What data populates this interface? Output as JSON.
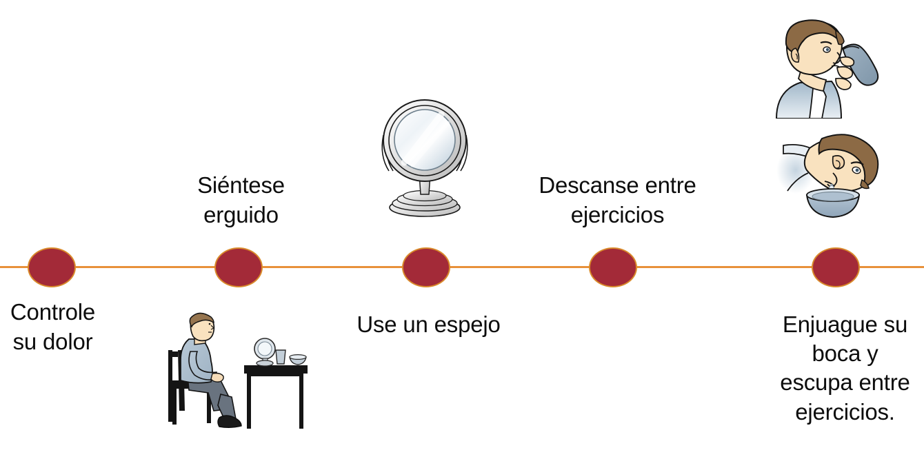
{
  "slide": {
    "background_color": "#FFFFFF",
    "timeline": {
      "line_color": "#E8913A",
      "node_fill_color": "#A32A38",
      "node_border_color": "#D98A2B",
      "node_count": 5
    },
    "steps": [
      {
        "index": 1,
        "label": "Controle\nsu dolor",
        "label_position": "below",
        "illustration": null
      },
      {
        "index": 2,
        "label": "Siéntese\nerguido",
        "label_position": "above",
        "illustration": "seated-man-at-table-illustration"
      },
      {
        "index": 3,
        "label": "Use un espejo",
        "label_position": "below",
        "illustration": "vanity-mirror-illustration"
      },
      {
        "index": 4,
        "label": "Descanse entre\nejercicios",
        "label_position": "above",
        "illustration": null
      },
      {
        "index": 5,
        "label": "Enjuague su\nboca y\nescupa entre\nejercicios.",
        "label_position": "below",
        "illustration": "man-drinking-and-spitting-illustration"
      }
    ],
    "illustrations": [
      {
        "name": "vanity-mirror-illustration",
        "description": "Round swivel vanity mirror on a stand"
      },
      {
        "name": "seated-man-at-table-illustration",
        "description": "Man sitting upright on a chair facing a table with a mirror, glass and bowl"
      },
      {
        "name": "man-drinking-illustration",
        "description": "Man drinking water from a glass"
      },
      {
        "name": "man-spitting-illustration",
        "description": "Man leaning over a bowl spitting water"
      }
    ]
  }
}
